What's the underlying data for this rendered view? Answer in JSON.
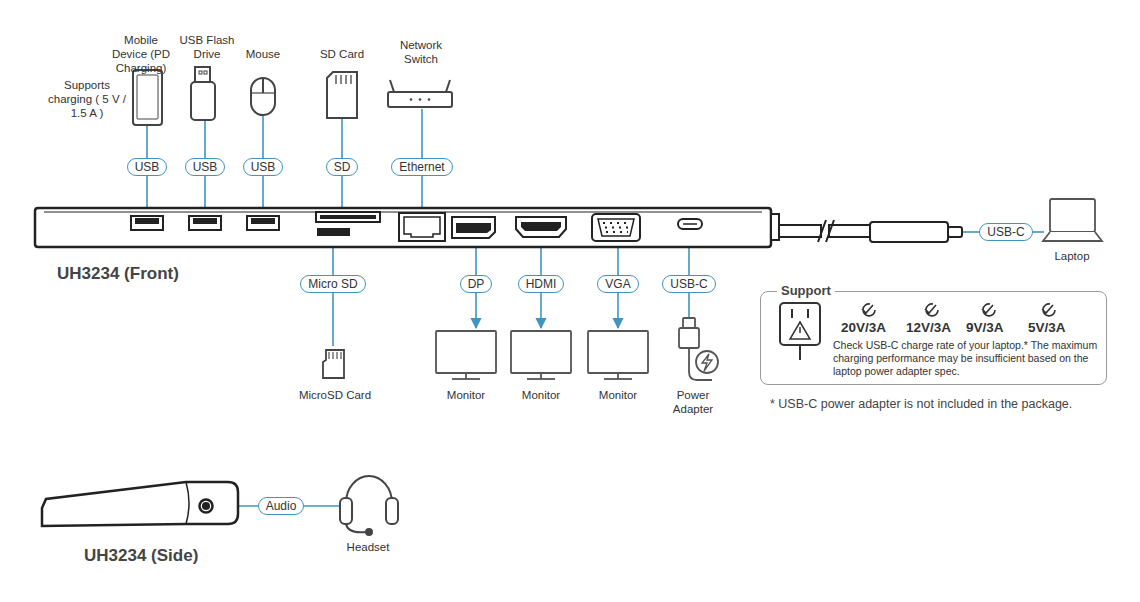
{
  "diagram": {
    "nodes": [
      {
        "text": [
          "USB"
        ]
      },
      {
        "text": [
          "USB"
        ]
      },
      {
        "text": [
          "USB"
        ]
      },
      {
        "text": [
          "SD"
        ]
      },
      {
        "text": [
          "Ethernet"
        ]
      },
      {
        "text": [
          "USB-C"
        ]
      },
      {
        "text": [
          "Micro SD"
        ]
      },
      {
        "text": [
          "DP"
        ]
      },
      {
        "text": [
          "HDMI"
        ]
      },
      {
        "text": [
          "VGA"
        ]
      },
      {
        "text": [
          "USB-C"
        ]
      },
      {
        "text": [
          "Support",
          "20V/3A",
          "12V/3A",
          "9V/3A",
          "5V/3A",
          "Check USB-C charge rate of your laptop.* The maximum charging performance may be insufficient based on the laptop power adapter spec."
        ]
      },
      {
        "text": [
          "Audio"
        ]
      }
    ],
    "labels": [
      "Supports charging ( 5 V / 1.5 A )",
      "Mobile Device (PD Charging)",
      "USB Flash Drive",
      "Mouse",
      "SD Card",
      "Network Switch",
      "UH3234 (Front)",
      "Laptop",
      "MicroSD Card",
      "Monitor",
      "Monitor",
      "Monitor",
      "Power Adapter",
      "* USB-C power adapter is not included in the package.",
      "UH3234 (Side)",
      "Headset"
    ]
  }
}
